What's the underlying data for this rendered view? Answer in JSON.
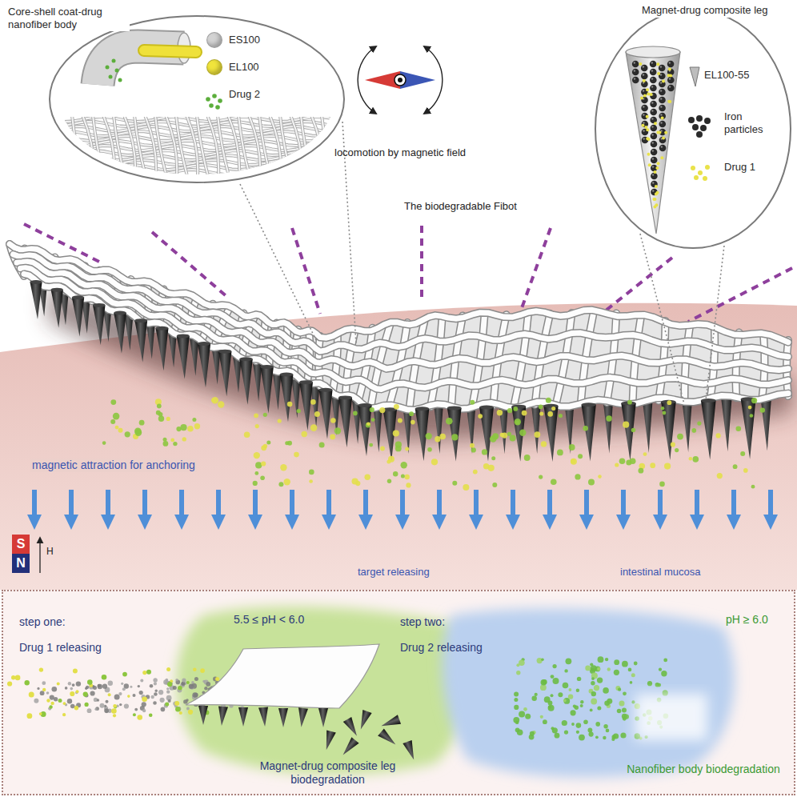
{
  "diagram": {
    "nodes": [
      {
        "text": [
          "Core-shell coat-drug nanofiber body"
        ]
      },
      {
        "text": [
          "Magnet-drug composite leg"
        ]
      },
      {
        "text": [
          "step one:",
          "Drug 1 releasing",
          "5.5 ≤ pH < 6.0",
          "Magnet-drug composite leg biodegradation",
          "step two:",
          "Drug 2 releasing",
          "pH ≥ 6.0",
          "Nanofiber body biodegradation"
        ]
      }
    ],
    "labels": [
      "locomotion by magnetic field",
      "The biodegradable Fibot",
      "magnetic attraction for anchoring",
      "S",
      "N",
      "H",
      "target releasing",
      "intestinal mucosa"
    ],
    "legend": [
      {
        "text": "ES100",
        "color": "#d3d3d3"
      },
      {
        "text": "EL100",
        "color": "#f0e43c"
      },
      {
        "text": "Drug 2"
      },
      {
        "text": "EL100-55"
      },
      {
        "text": "Iron particles"
      },
      {
        "text": "Drug 1"
      }
    ]
  }
}
